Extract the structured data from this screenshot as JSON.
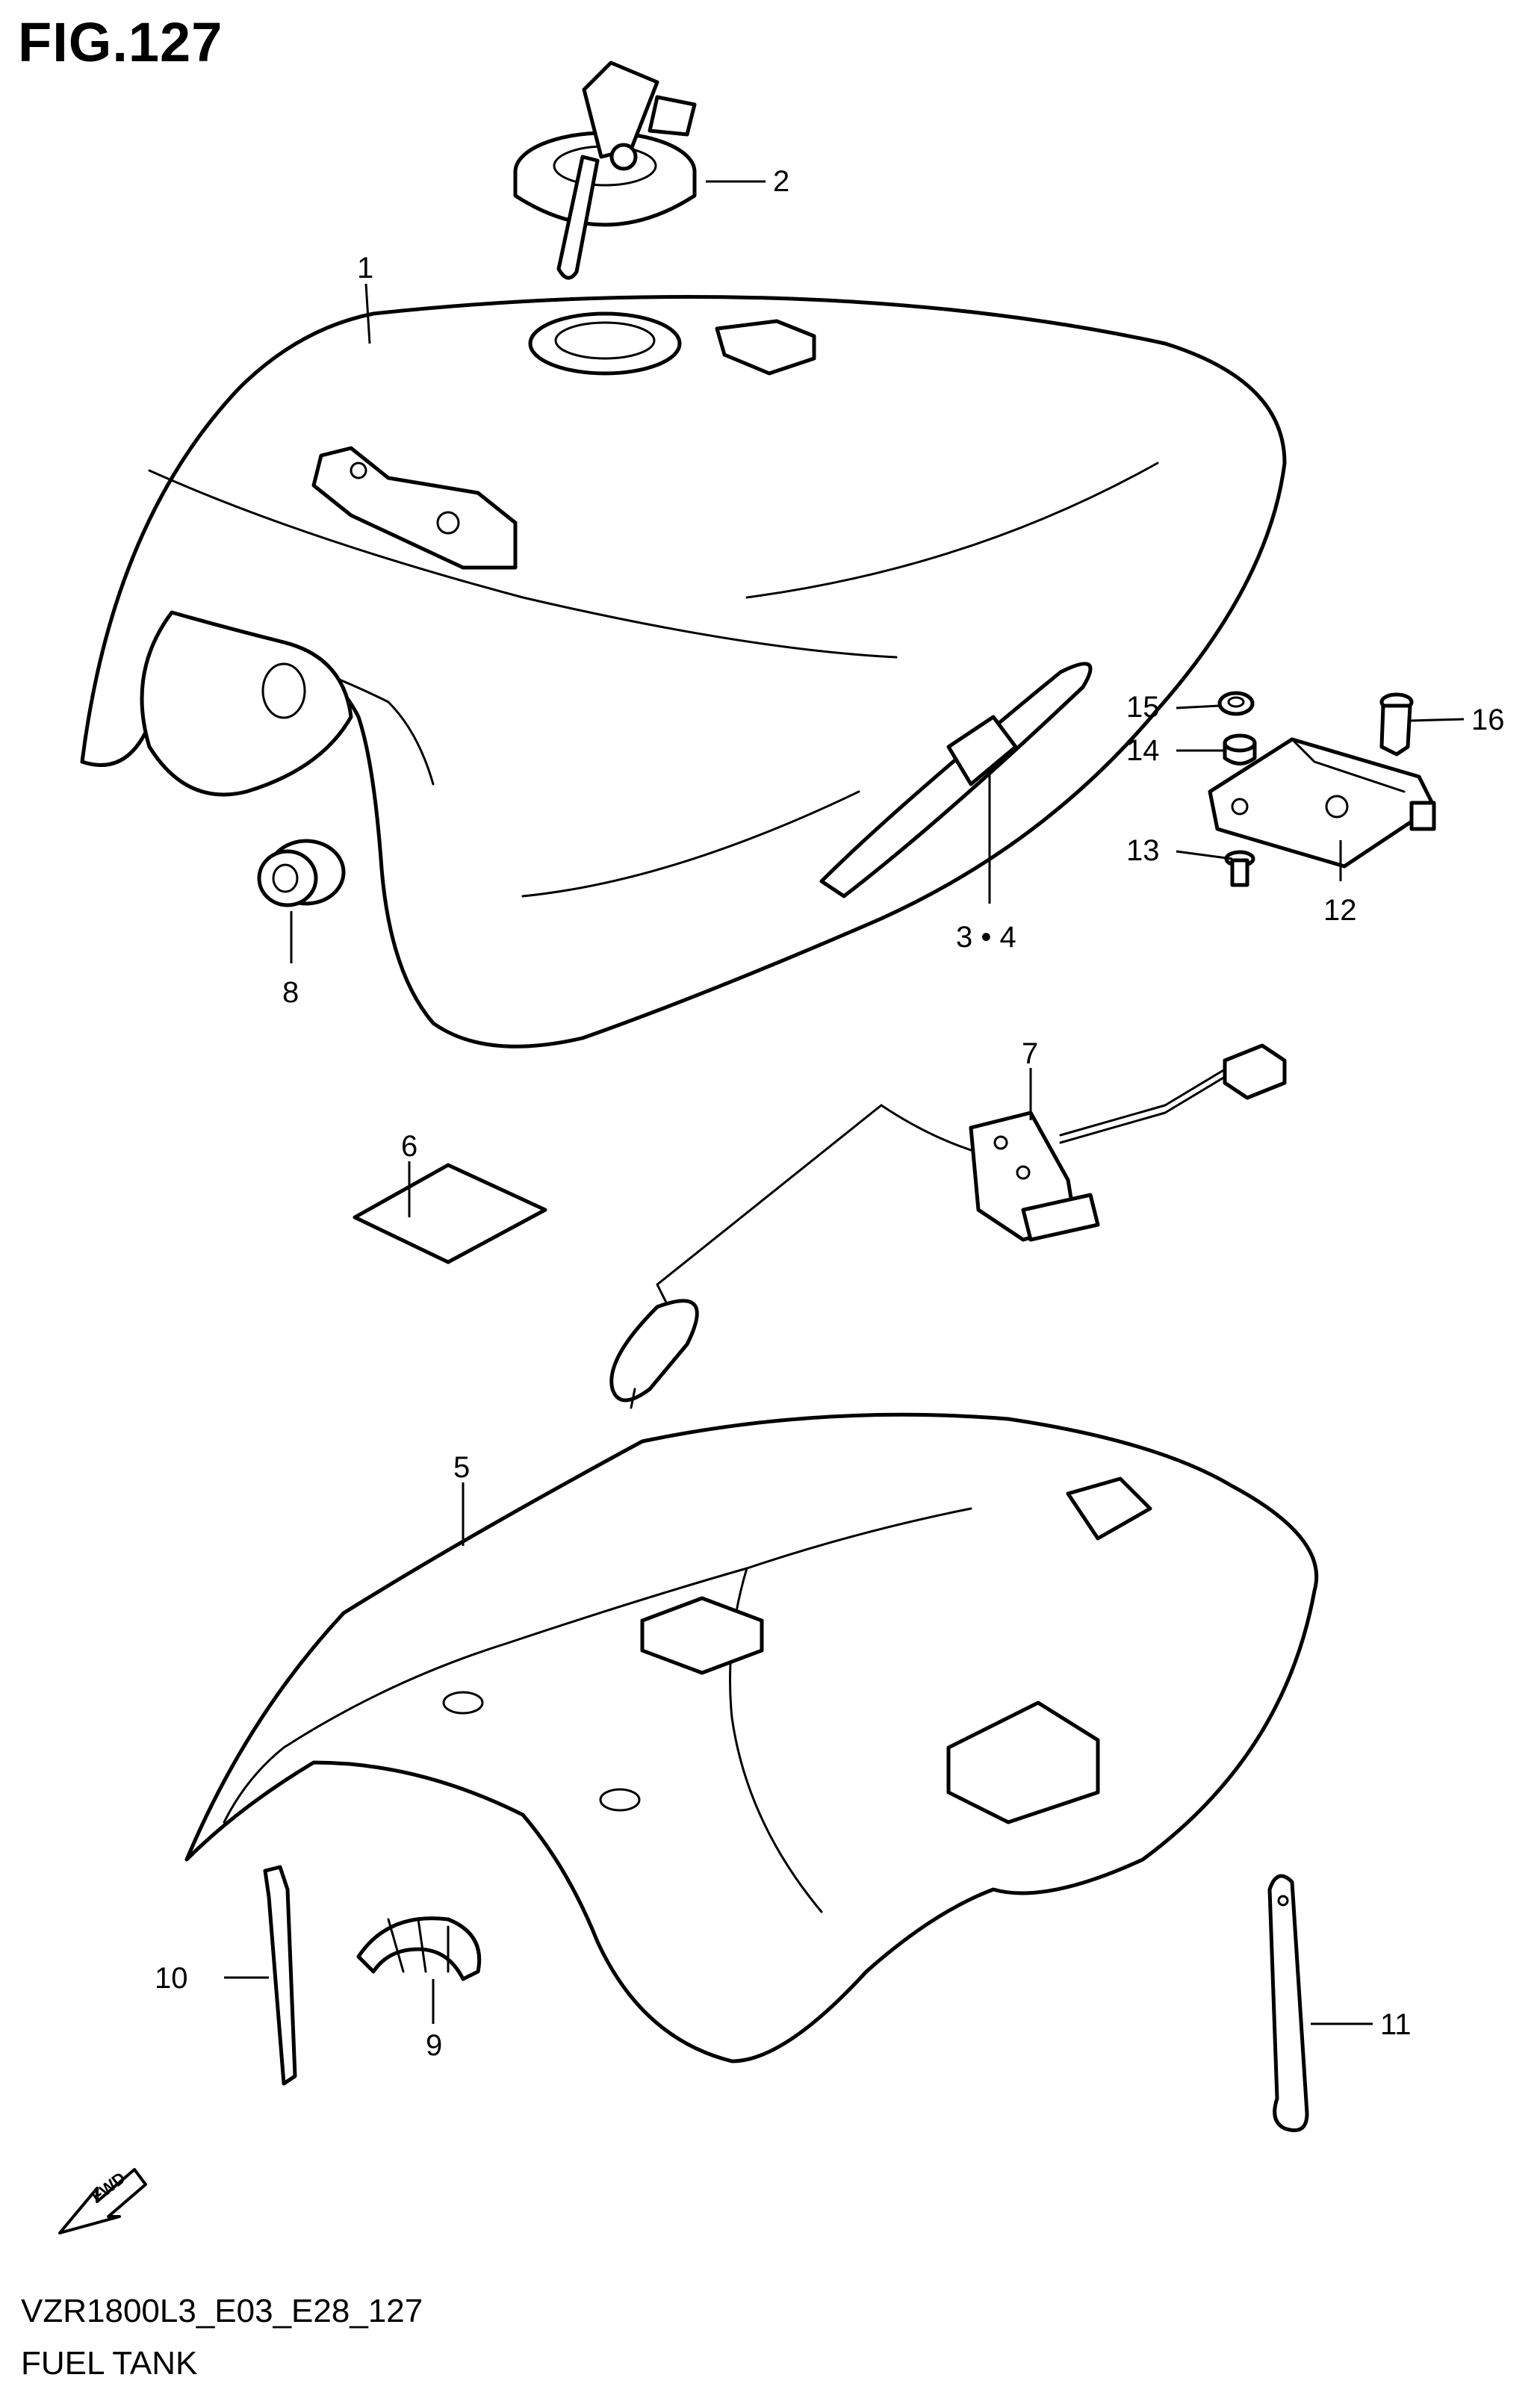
{
  "figure": {
    "title": "FIG.127"
  },
  "footer": {
    "code": "VZR1800L3_E03_E28_127",
    "name": "FUEL TANK"
  },
  "fwd": {
    "label": "FWD"
  },
  "parts": {
    "p1": "1",
    "p2": "2",
    "p3_4": "3 • 4",
    "p5": "5",
    "p6": "6",
    "p7": "7",
    "p8": "8",
    "p9": "9",
    "p10": "10",
    "p11": "11",
    "p12": "12",
    "p13": "13",
    "p14": "14",
    "p15": "15",
    "p16": "16"
  },
  "icons": [
    "fwd-arrow-icon"
  ]
}
